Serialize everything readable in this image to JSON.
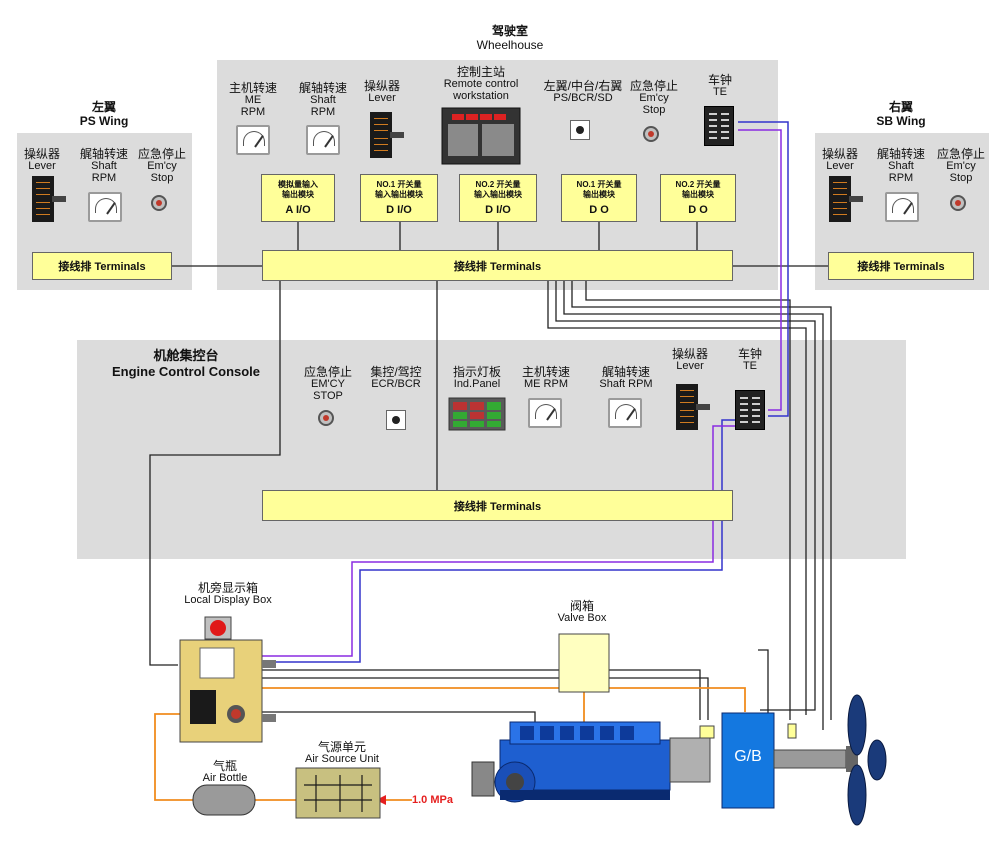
{
  "wheelhouse": {
    "title_zh": "驾驶室",
    "title_en": "Wheelhouse"
  },
  "ps_wing": {
    "title_zh": "左翼",
    "title_en": "PS Wing",
    "lever": {
      "zh": "操纵器",
      "en": "Lever"
    },
    "shaft_rpm": {
      "zh": "艉轴转速",
      "en1": "Shaft",
      "en2": "RPM"
    },
    "stop": {
      "zh": "应急停止",
      "en1": "Em'cy",
      "en2": "Stop"
    },
    "terminals": "接线排    Terminals"
  },
  "sb_wing": {
    "title_zh": "右翼",
    "title_en": "SB Wing",
    "lever": {
      "zh": "操纵器",
      "en": "Lever"
    },
    "shaft_rpm": {
      "zh": "艉轴转速",
      "en1": "Shaft",
      "en2": "RPM"
    },
    "stop": {
      "zh": "应急停止",
      "en1": "Em'cy",
      "en2": "Stop"
    },
    "terminals": "接线排    Terminals"
  },
  "wh_items": {
    "me_rpm": {
      "zh": "主机转速",
      "en1": "ME",
      "en2": "RPM"
    },
    "shaft_rpm": {
      "zh": "艉轴转速",
      "en1": "Shaft",
      "en2": "RPM"
    },
    "lever": {
      "zh": "操纵器",
      "en": "Lever"
    },
    "remote": {
      "zh": "控制主站",
      "en1": "Remote control",
      "en2": "workstation"
    },
    "selector": {
      "zh": "左翼/中台/右翼",
      "en": "PS/BCR/SD"
    },
    "stop": {
      "zh": "应急停止",
      "en1": "Em'cy",
      "en2": "Stop"
    },
    "te": {
      "zh": "车钟",
      "en": "TE"
    },
    "terminals": "接线排    Terminals"
  },
  "modules": [
    {
      "title": "模拟量输入\n输出模块",
      "type": "A I/O"
    },
    {
      "title": "NO.1  开关量\n输入输出模块",
      "type": "D I/O"
    },
    {
      "title": "NO.2  开关量\n输入输出模块",
      "type": "D I/O"
    },
    {
      "title": "NO.1  开关量\n输出模块",
      "type": "D O"
    },
    {
      "title": "NO.2  开关量\n输出模块",
      "type": "D O"
    }
  ],
  "ecc": {
    "title_zh": "机舱集控台",
    "title_en": "Engine Control Console",
    "stop": {
      "zh": "应急停止",
      "en1": "EM'CY",
      "en2": "STOP"
    },
    "ecr_bcr": {
      "zh": "集控/驾控",
      "en": "ECR/BCR"
    },
    "ind_panel": {
      "zh": "指示灯板",
      "en": "Ind.Panel"
    },
    "me_rpm": {
      "zh": "主机转速",
      "en": "ME RPM"
    },
    "shaft_rpm": {
      "zh": "艉轴转速",
      "en": "Shaft RPM"
    },
    "lever": {
      "zh": "操纵器",
      "en": "Lever"
    },
    "te": {
      "zh": "车钟",
      "en": "TE"
    },
    "terminals": "接线排    Terminals"
  },
  "local_display": {
    "zh": "机旁显示箱",
    "en": "Local Display Box"
  },
  "valve_box": {
    "zh": "阀箱",
    "en": "Valve Box"
  },
  "air_source": {
    "zh": "气源单元",
    "en": "Air Source Unit"
  },
  "air_bottle": {
    "zh": "气瓶",
    "en": "Air Bottle"
  },
  "pressure": "1.0 MPa",
  "gearbox": "G/B",
  "colors": {
    "panel": "#dcdcdc",
    "terminal": "#ffff99",
    "air_line": "#f08c1e",
    "signal_blue": "#3333cc",
    "signal_purple": "#8a2be2",
    "engine": "#1e5fd0",
    "gearbox": "#1478e0"
  }
}
